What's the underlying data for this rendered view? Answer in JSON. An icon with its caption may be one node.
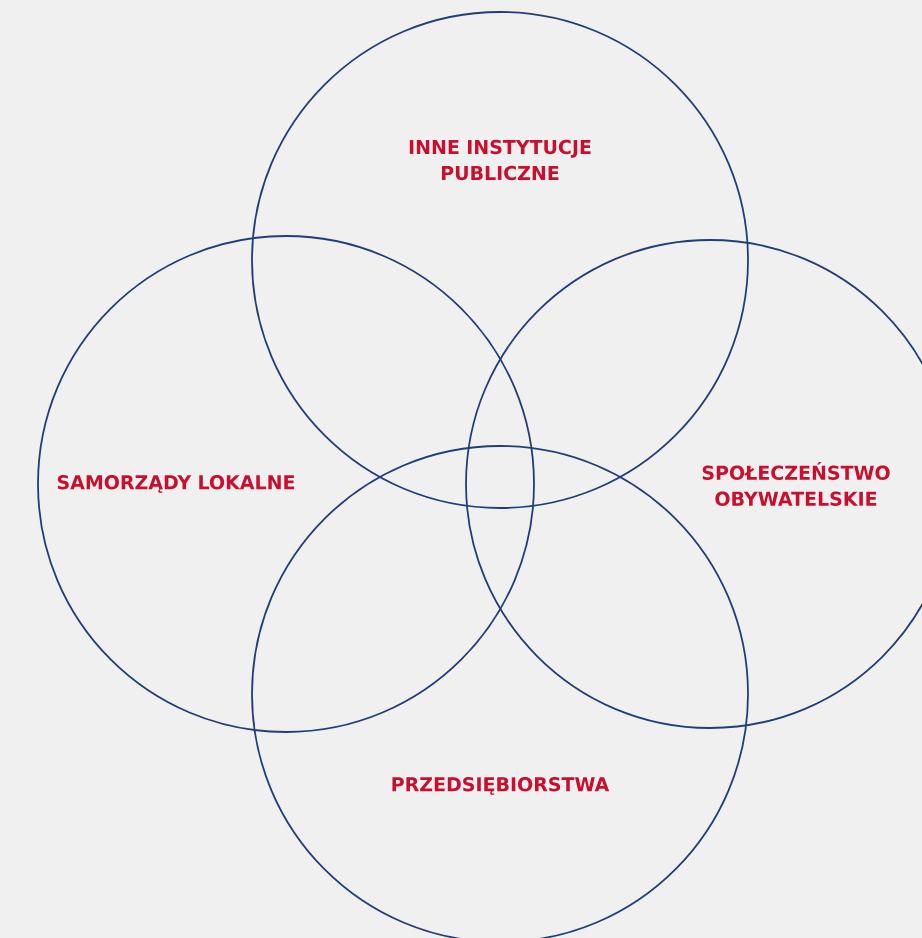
{
  "diagram": {
    "nodes": [
      {
        "text": [
          "INNE INSTYTUCJE PUBLICZNE"
        ]
      },
      {
        "text": [
          "SAMORZĄDY LOKALNE"
        ]
      },
      {
        "text": [
          "SPOŁECZEŃSTWO OBYWATELSKIE"
        ]
      },
      {
        "text": [
          "PRZEDSIĘBIORSTWA"
        ]
      }
    ]
  }
}
